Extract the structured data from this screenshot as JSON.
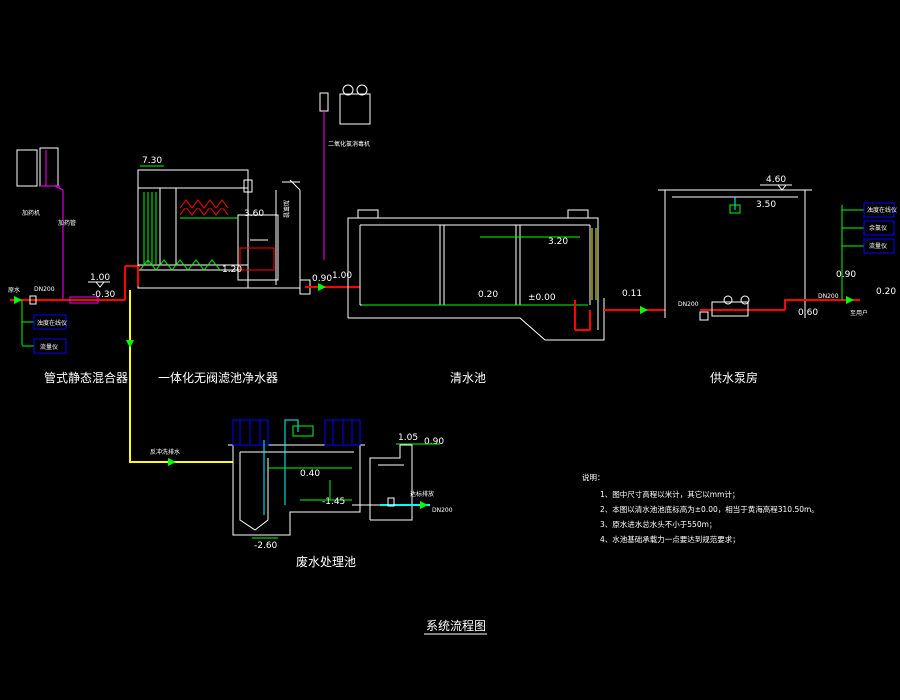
{
  "labels": {
    "mixer": "管式静态混合器",
    "purifier": "一体化无阀滤池净水器",
    "clear_pool": "清水池",
    "pump_house": "供水泵房",
    "waste_pool": "废水处理池",
    "title": "系统流程图",
    "raw_water": "原水",
    "to_users": "至用户",
    "chlorine_machine": "二氧化氯消毒机",
    "doser": "加药机"
  },
  "pipes": {
    "dn200_a": "DN200",
    "dn200_b": "DN200",
    "dn200_c": "DN200",
    "dn200_d": "DN200"
  },
  "elevations": {
    "e730": "7.30",
    "e360": "3.60",
    "e120": "1.20",
    "e100a": "1.00",
    "e030": "-0.30",
    "e090a": "0.90",
    "e100b": "1.00",
    "e320": "3.20",
    "e020a": "0.20",
    "e000": "±0.00",
    "e011": "0.11",
    "e460": "4.60",
    "e350": "3.50",
    "e090b": "0.90",
    "e020b": "0.20",
    "e060": "0.60",
    "e105": "1.05",
    "e090c": "0.90",
    "e040": "0.40",
    "e145": "-1.45",
    "e260": "-2.60"
  },
  "notes": {
    "heading": "说明：",
    "items": [
      "1、图中尺寸高程以米计，其它以mm计；",
      "2、本图以清水池池底标高为±0.00，相当于黄海高程310.50m。",
      "3、原水进水总水头不小于550m；",
      "4、水池基础承载力一点要达到规范要求；"
    ]
  },
  "colors": {
    "background": "#000000",
    "structure": "#ffffff",
    "water_pipe": "#ff0000",
    "sludge_pipe": "#ffff00",
    "water_level": "#00ff00",
    "instrument": "#0000ff",
    "accent_cyan": "#00ffff",
    "valve": "#ff00ff"
  }
}
